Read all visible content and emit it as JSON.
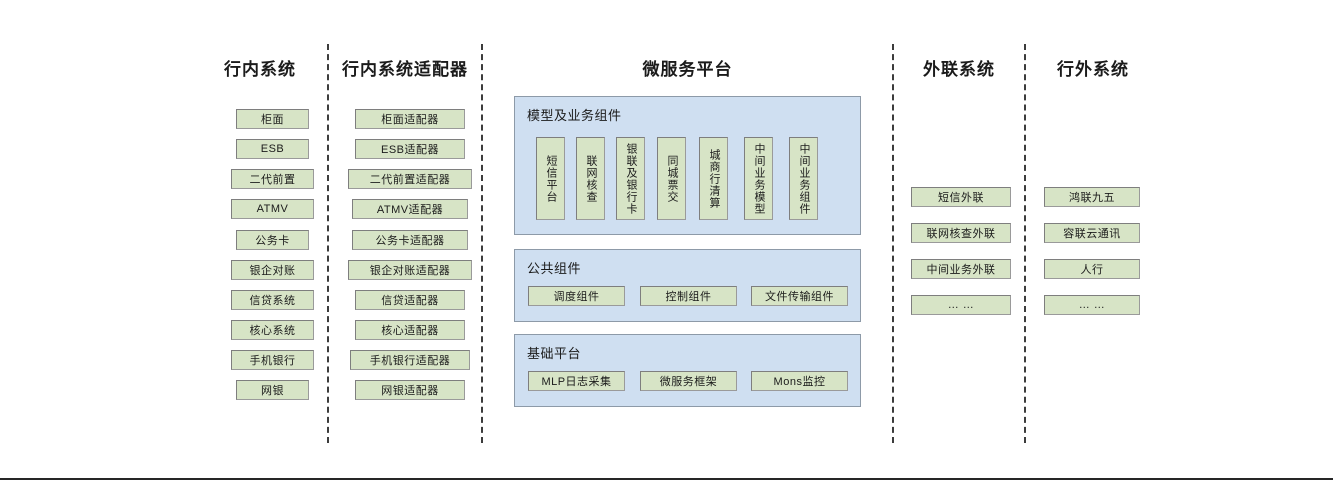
{
  "diagram": {
    "columns": [
      {
        "id": "in-bank-systems",
        "header": "行内系统",
        "items": [
          "柜面",
          "ESB",
          "二代前置",
          "ATMV",
          "公务卡",
          "银企对账",
          "信贷系统",
          "核心系统",
          "手机银行",
          "网银"
        ]
      },
      {
        "id": "in-bank-adapters",
        "header": "行内系统适配器",
        "items": [
          "柜面适配器",
          "ESB适配器",
          "二代前置适配器",
          "ATMV适配器",
          "公务卡适配器",
          "银企对账适配器",
          "信贷适配器",
          "核心适配器",
          "手机银行适配器",
          "网银适配器"
        ]
      },
      {
        "id": "microservice-platform",
        "header": "微服务平台",
        "items": []
      },
      {
        "id": "external-link-systems",
        "header": "外联系统",
        "items": [
          "短信外联",
          "联网核查外联",
          "中间业务外联",
          "… …"
        ]
      },
      {
        "id": "out-of-bank-systems",
        "header": "行外系统",
        "items": [
          "鸿联九五",
          "容联云通讯",
          "人行",
          "… …"
        ]
      }
    ],
    "platform": {
      "sections": [
        {
          "id": "model-and-business-components",
          "title": "模型及业务组件",
          "orientation": "vertical",
          "items": [
            "短信平台",
            "联网核查",
            "银联及银行卡",
            "同城票交",
            "城商行清算",
            "中间业务模型",
            "中间业务组件"
          ]
        },
        {
          "id": "public-components",
          "title": "公共组件",
          "orientation": "horizontal",
          "items": [
            "调度组件",
            "控制组件",
            "文件传输组件"
          ]
        },
        {
          "id": "base-platform",
          "title": "基础平台",
          "orientation": "horizontal",
          "items": [
            "MLP日志采集",
            "微服务框架",
            "Mons监控"
          ]
        }
      ]
    },
    "colors": {
      "node_fill": "#d7e4c6",
      "node_border": "#7e7e7e",
      "panel_fill": "#cfdff1",
      "panel_border": "#8d9aa8",
      "divider": "#3c3c3c",
      "text": "#1b1b1b",
      "background": "#ffffff"
    }
  }
}
